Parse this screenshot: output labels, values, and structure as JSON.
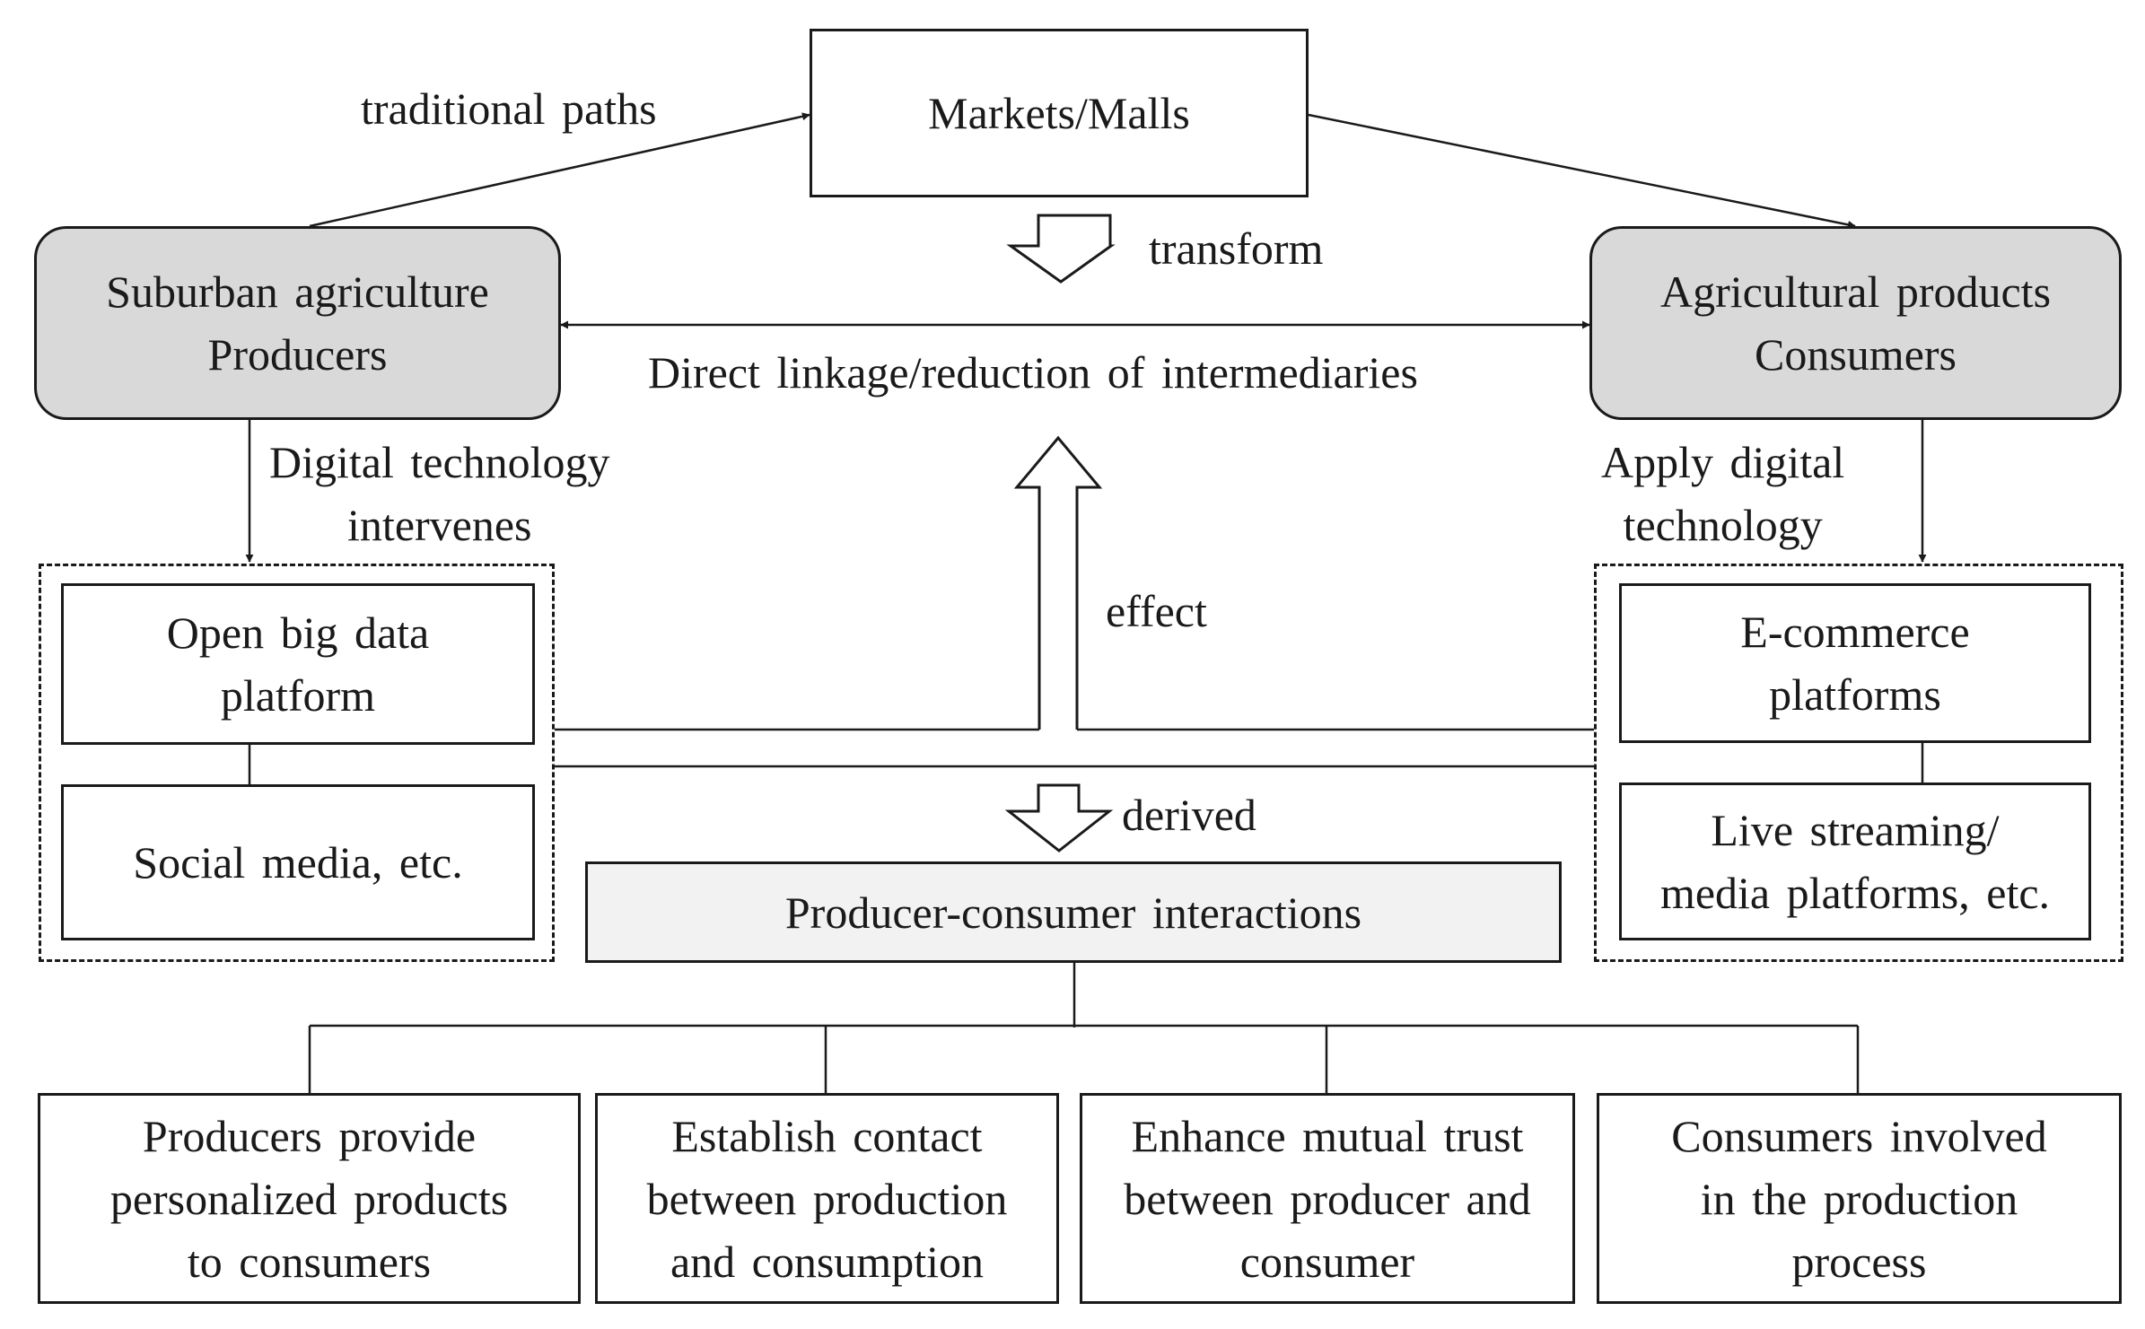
{
  "nodes": {
    "markets": "Markets/Malls",
    "producers": [
      "Suburban agriculture",
      "Producers"
    ],
    "consumers": [
      "Agricultural products",
      "Consumers"
    ],
    "big_data": [
      "Open big data",
      "platform"
    ],
    "social_media": "Social media, etc.",
    "ecommerce": [
      "E-commerce",
      "platforms"
    ],
    "live_streaming": [
      "Live streaming/",
      "media platforms, etc."
    ],
    "interactions": "Producer-consumer interactions",
    "outcomes": [
      [
        "Producers provide",
        "personalized products",
        "to consumers"
      ],
      [
        "Establish contact",
        "between production",
        "and consumption"
      ],
      [
        "Enhance mutual trust",
        "between producer and",
        "consumer"
      ],
      [
        "Consumers involved",
        "in the production",
        "process"
      ]
    ]
  },
  "labels": {
    "traditional_paths": "traditional paths",
    "transform": "transform",
    "direct_linkage": "Direct linkage/reduction of intermediaries",
    "digital_intervenes": [
      "Digital technology",
      "intervenes"
    ],
    "apply_digital": [
      "Apply digital",
      "technology"
    ],
    "effect": "effect",
    "derived": "derived"
  }
}
